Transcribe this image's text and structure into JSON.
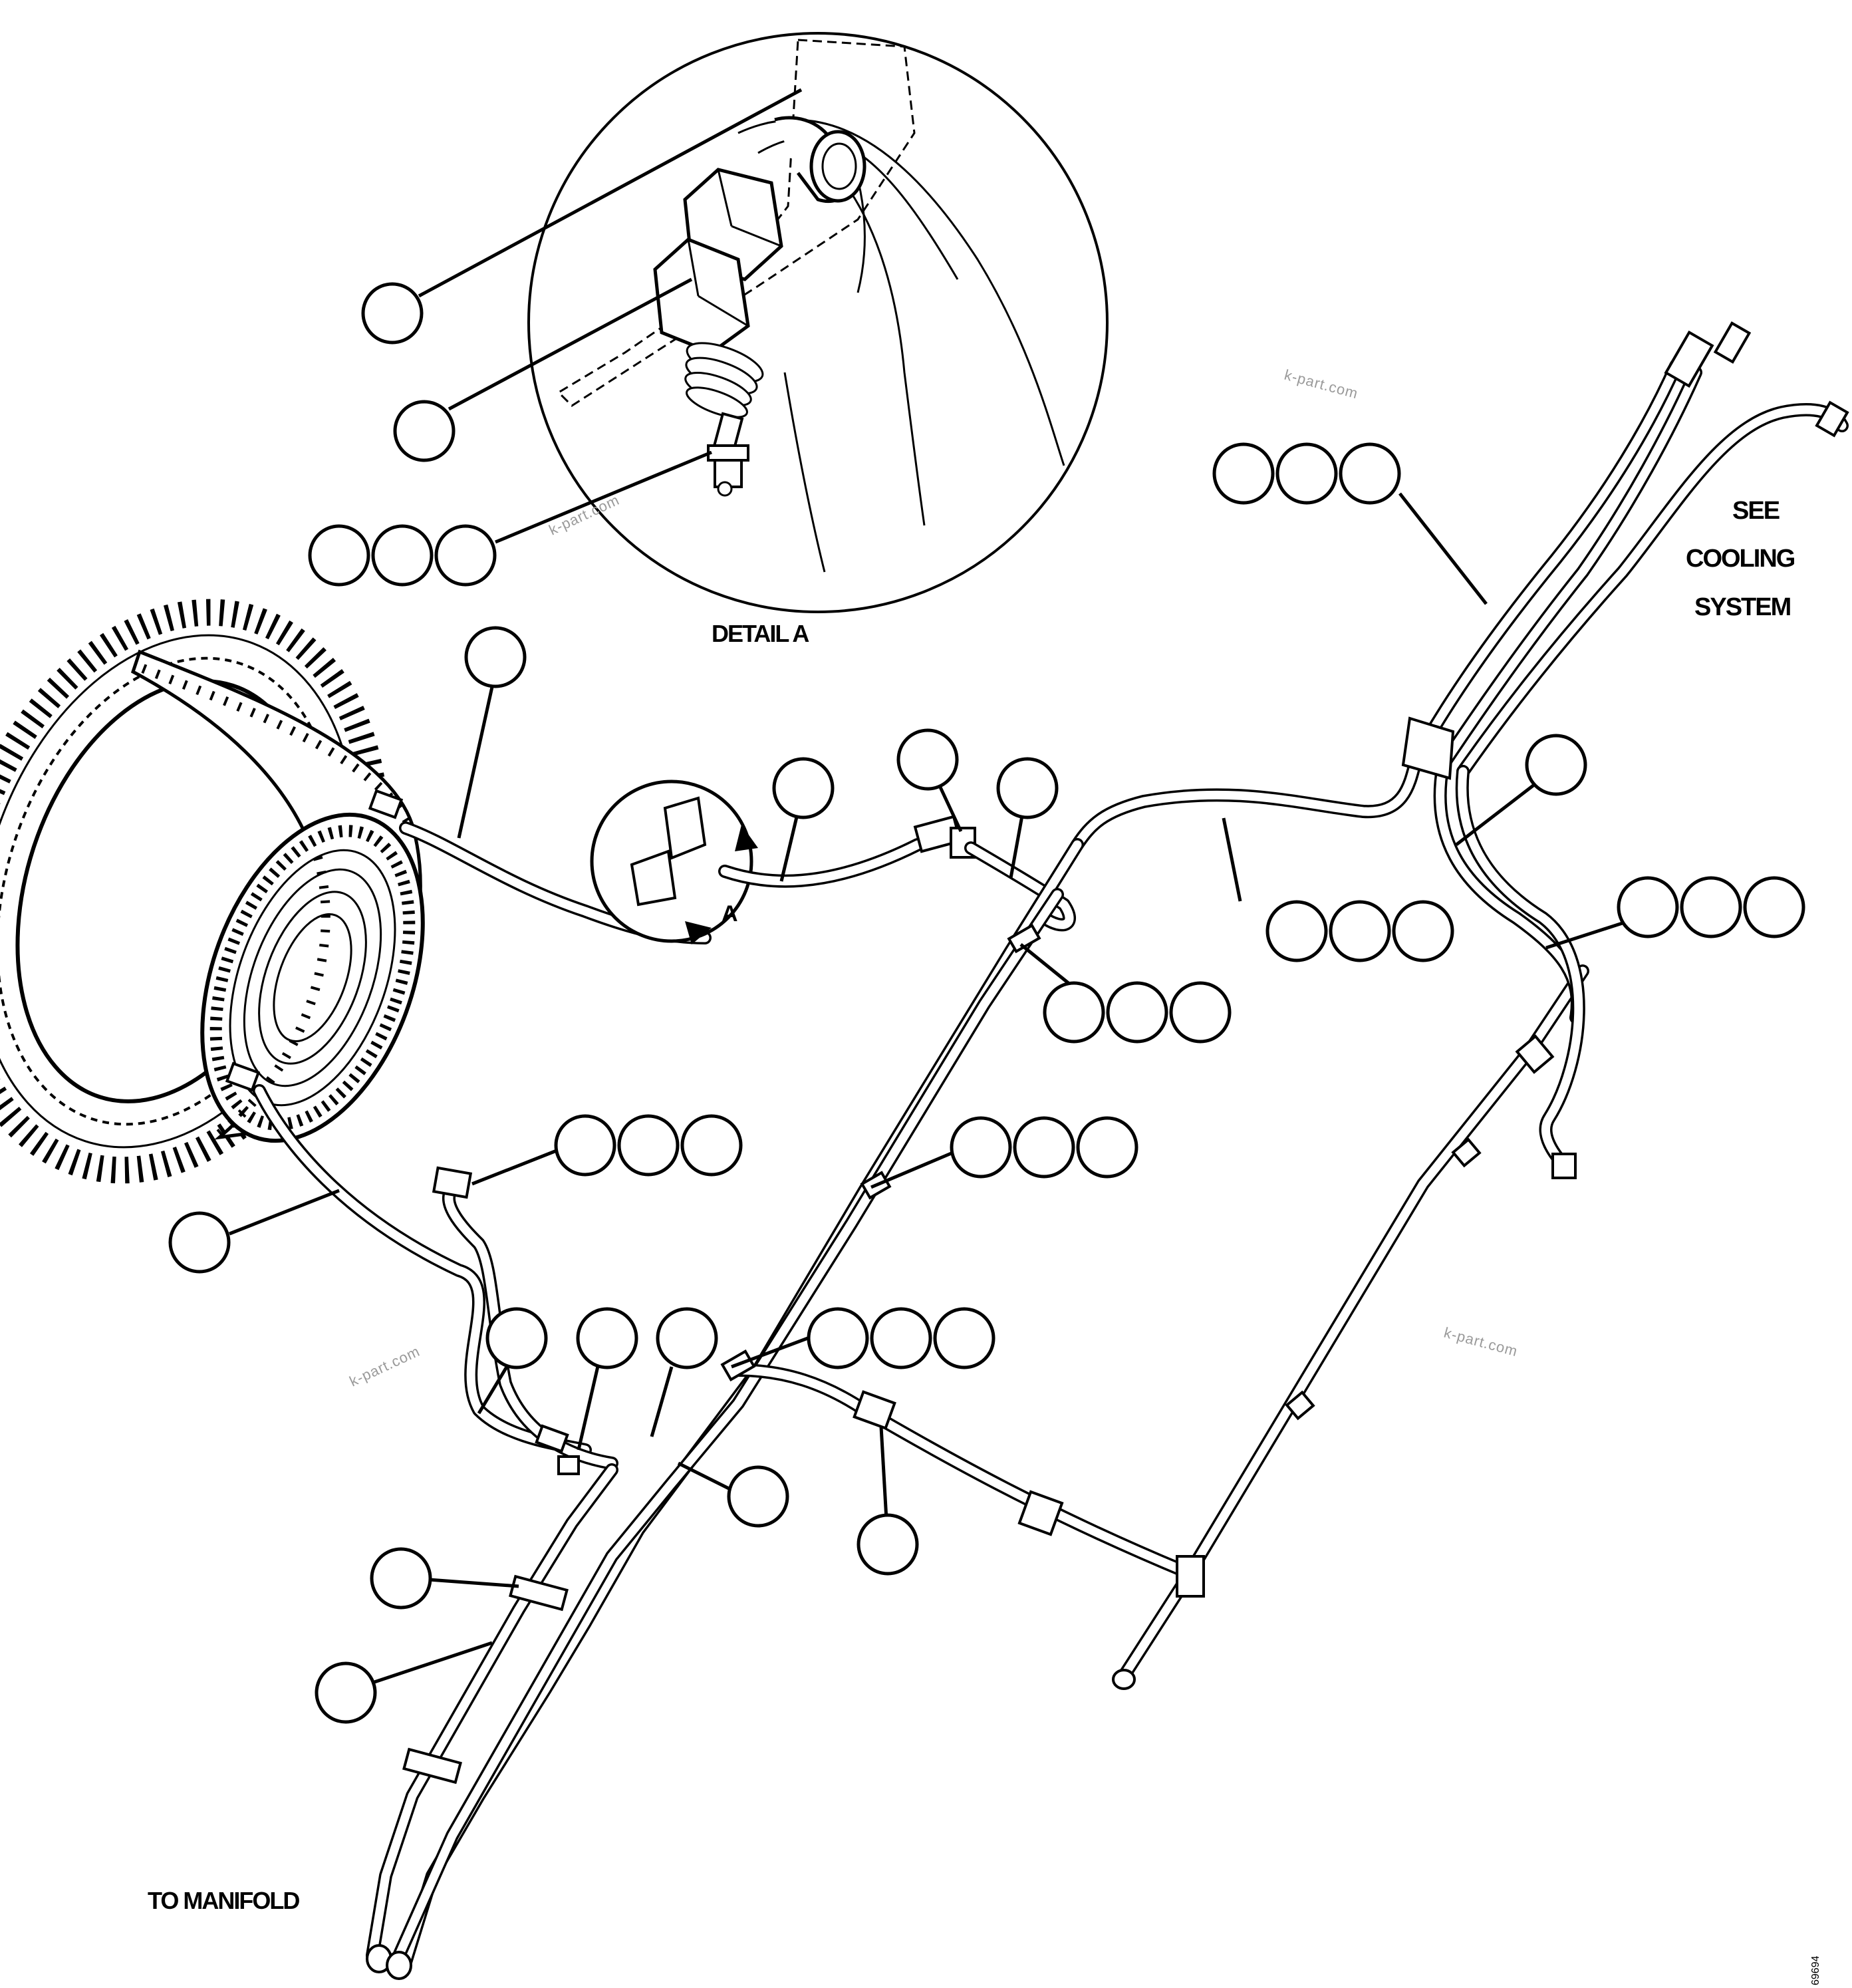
{
  "labels": {
    "detail_title": "DETAIL A",
    "detail_ref": "A",
    "see": "SEE",
    "cooling": "COOLING",
    "system": "SYSTEM",
    "to_manifold": "TO MANIFOLD",
    "drawing_number": "69694"
  },
  "watermarks": [
    "k-part.com",
    "k-part.com",
    "k-part.com",
    "k-part.com"
  ],
  "callout_groups": [
    {
      "id": "detail-single-1",
      "count": 1
    },
    {
      "id": "detail-single-2",
      "count": 1
    },
    {
      "id": "detail-triple",
      "count": 3
    },
    {
      "id": "clutch-tube",
      "count": 1
    },
    {
      "id": "detail-ref-tube",
      "count": 1
    },
    {
      "id": "elbow-fitting",
      "count": 1
    },
    {
      "id": "short-tube",
      "count": 1
    },
    {
      "id": "upper-right-clip",
      "count": 3
    },
    {
      "id": "right-tube",
      "count": 1
    },
    {
      "id": "right-clip",
      "count": 3
    },
    {
      "id": "mid-clip",
      "count": 3
    },
    {
      "id": "clamp-clip",
      "count": 3
    },
    {
      "id": "long-tube-clip",
      "count": 3
    },
    {
      "id": "lower-left-tube",
      "count": 1
    },
    {
      "id": "left-clip",
      "count": 3
    },
    {
      "id": "hose-a",
      "count": 1
    },
    {
      "id": "hose-b",
      "count": 1
    },
    {
      "id": "hose-c",
      "count": 1
    },
    {
      "id": "junction-clip",
      "count": 3
    },
    {
      "id": "junction-tube",
      "count": 1
    },
    {
      "id": "fitting-bracket",
      "count": 1
    },
    {
      "id": "manifold-clamp",
      "count": 1
    },
    {
      "id": "manifold-tube",
      "count": 1
    }
  ]
}
